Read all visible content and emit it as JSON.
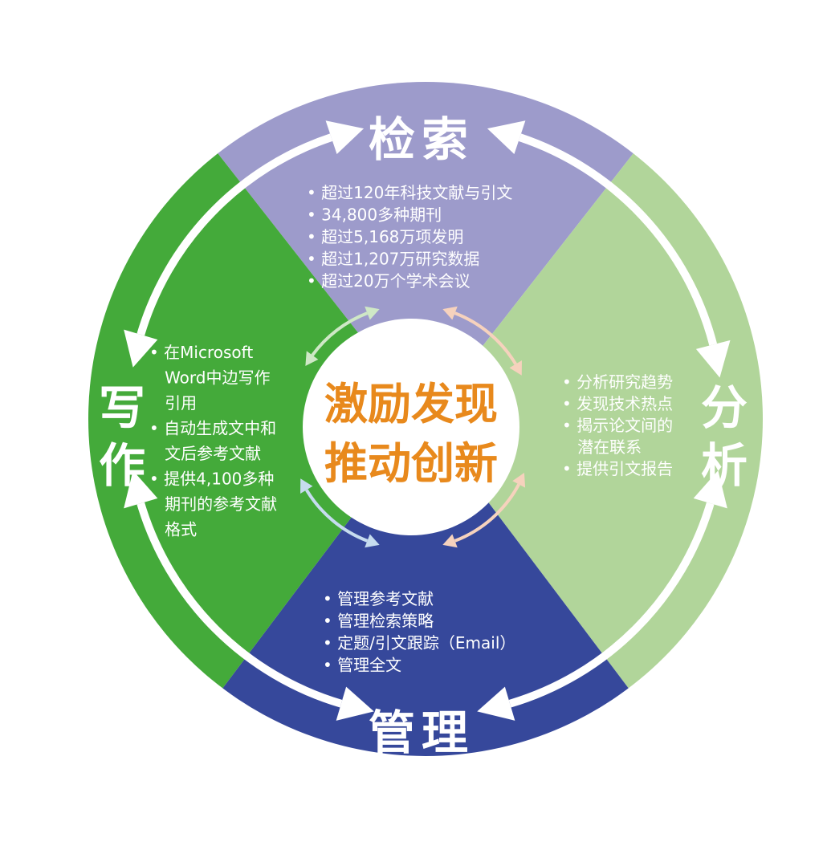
{
  "center": {
    "lines": [
      "激励发现",
      "推动创新"
    ],
    "color": "#e8891c"
  },
  "quadrants": {
    "top": {
      "title": "检索",
      "color": "#9d9bcb",
      "items": [
        "超过120年科技文献与引文",
        "34,800多种期刊",
        "超过5,168万项发明",
        "超过1,207万研究数据",
        "超过20万个学术会议"
      ]
    },
    "right": {
      "title": "分析",
      "color": "#b1d59a",
      "items": [
        {
          "lines": [
            "分析研究趋势"
          ]
        },
        {
          "lines": [
            "发现技术热点"
          ]
        },
        {
          "lines": [
            "揭示论文间的",
            "潜在联系"
          ]
        },
        {
          "lines": [
            "提供引文报告"
          ]
        }
      ]
    },
    "bottom": {
      "title": "管理",
      "color": "#36489b",
      "items": [
        "管理参考文献",
        "管理检索策略",
        "定题/引文跟踪（Email）",
        "管理全文"
      ]
    },
    "left": {
      "title": "写作",
      "color": "#44aa3a",
      "items": [
        {
          "lines": [
            "在Microsoft",
            "Word中边写作",
            "引用"
          ]
        },
        {
          "lines": [
            "自动生成文中和",
            "文后参考文献"
          ]
        },
        {
          "lines": [
            "提供4,100多种",
            "期刊的参考文献",
            "格式"
          ]
        }
      ]
    }
  },
  "arrow_color": "#ffffff",
  "bullet": "•"
}
